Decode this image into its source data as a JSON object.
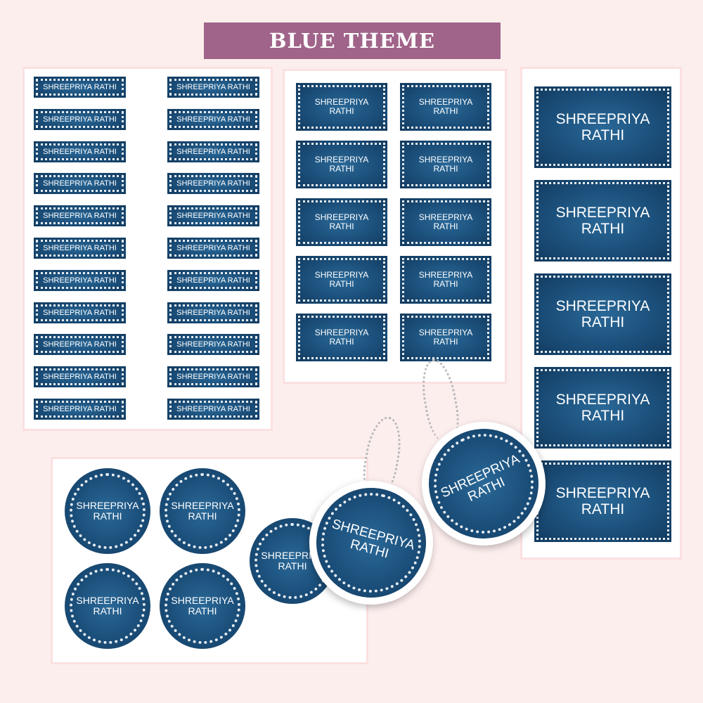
{
  "title": "BLUE THEME",
  "label": {
    "line1": "SHREEPRIYA",
    "line2": "RATHI",
    "single": "SHREEPRIYA RATHI"
  },
  "colors": {
    "banner": "#a06389",
    "label_blue": "#1a4d78",
    "background": "#fdeeee"
  }
}
